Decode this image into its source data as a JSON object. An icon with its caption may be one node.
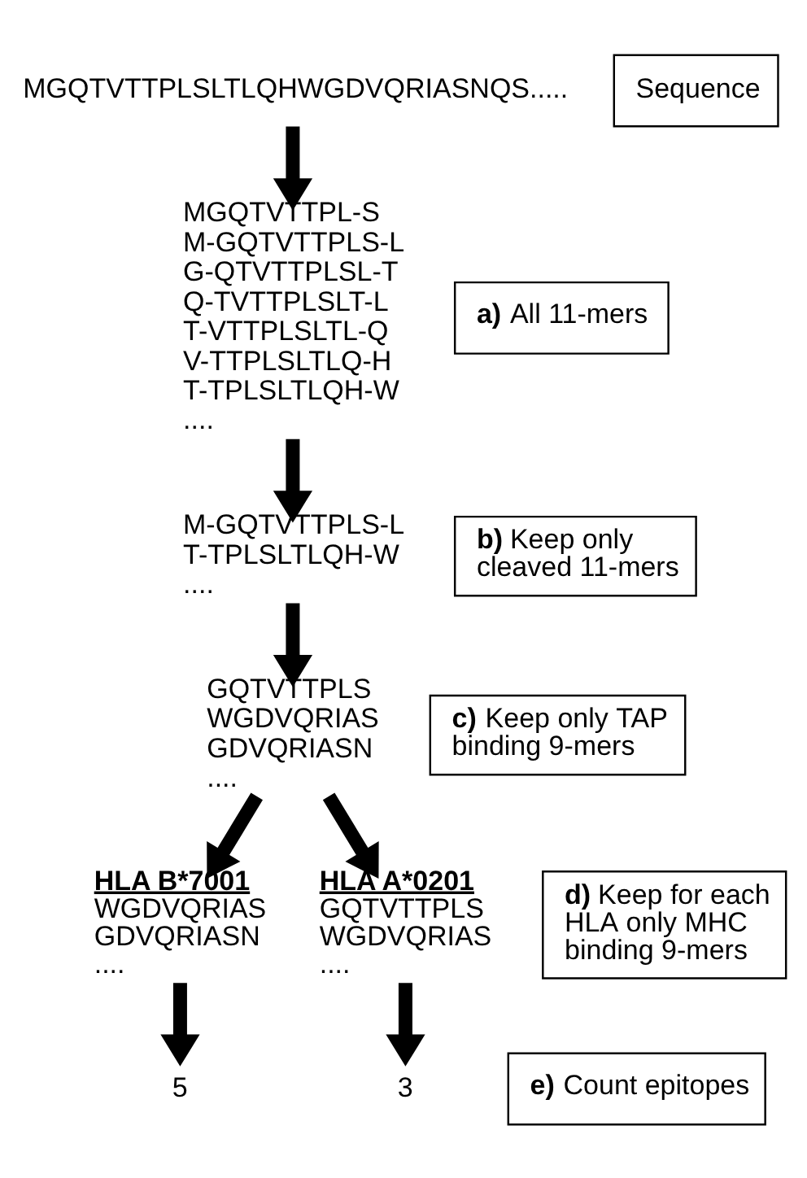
{
  "diagram": {
    "nodes": [
      {
        "text": [
          "MGQTVTTPLSLTLQHWGDVQRIASNQS....."
        ]
      },
      {
        "text": [
          "Sequence"
        ]
      },
      {
        "text": [
          "MGQTVTTPL-S",
          "M-GQTVTTPLS-L",
          "G-QTVTTPLSL-T",
          "Q-TVTTPLSLT-L",
          "T-VTTPLSLTL-Q",
          "V-TTPLSLTLQ-H",
          "T-TPLSLTLQH-W",
          "...."
        ]
      },
      {
        "text": [
          "**a)** All 11-mers"
        ]
      },
      {
        "text": [
          "**b)** Keep only cleaved 11-mers"
        ]
      },
      {
        "text": [
          "M-GQTVTTPLS-L",
          "T-TPLSLTLQH-W",
          "...."
        ]
      },
      {
        "text": [
          "**c)** Keep only TAP binding 9-mers"
        ]
      },
      {
        "text": [
          "GQTVTTPLS",
          "WGDVQRIAS",
          "GDVQRIASN",
          "...."
        ]
      },
      {
        "text": [
          "**d)** Keep for each HLA only MHC binding 9-mers"
        ]
      },
      {
        "text": [
          "HLA B*7001",
          "WGDVQRIAS",
          "GDVQRIASN",
          "...."
        ]
      },
      {
        "text": [
          "HLA A*0201",
          "GQTVTTPLS",
          "WGDVQRIAS",
          "...."
        ]
      },
      {
        "text": [
          "**e)** Count epitopes"
        ]
      },
      {
        "text": [
          "5"
        ]
      },
      {
        "text": [
          "3"
        ]
      }
    ],
    "edges": [
      {
        "from": 0,
        "to": 2,
        "arrow": "to"
      },
      {
        "from": 2,
        "to": 5,
        "arrow": "to"
      },
      {
        "from": 5,
        "to": 7,
        "arrow": "to"
      },
      {
        "from": 7,
        "to": 9,
        "arrow": "to"
      },
      {
        "from": 7,
        "to": 10,
        "arrow": "to"
      },
      {
        "from": 9,
        "to": 12,
        "arrow": "to"
      },
      {
        "from": 10,
        "to": 13,
        "arrow": "to"
      }
    ]
  }
}
